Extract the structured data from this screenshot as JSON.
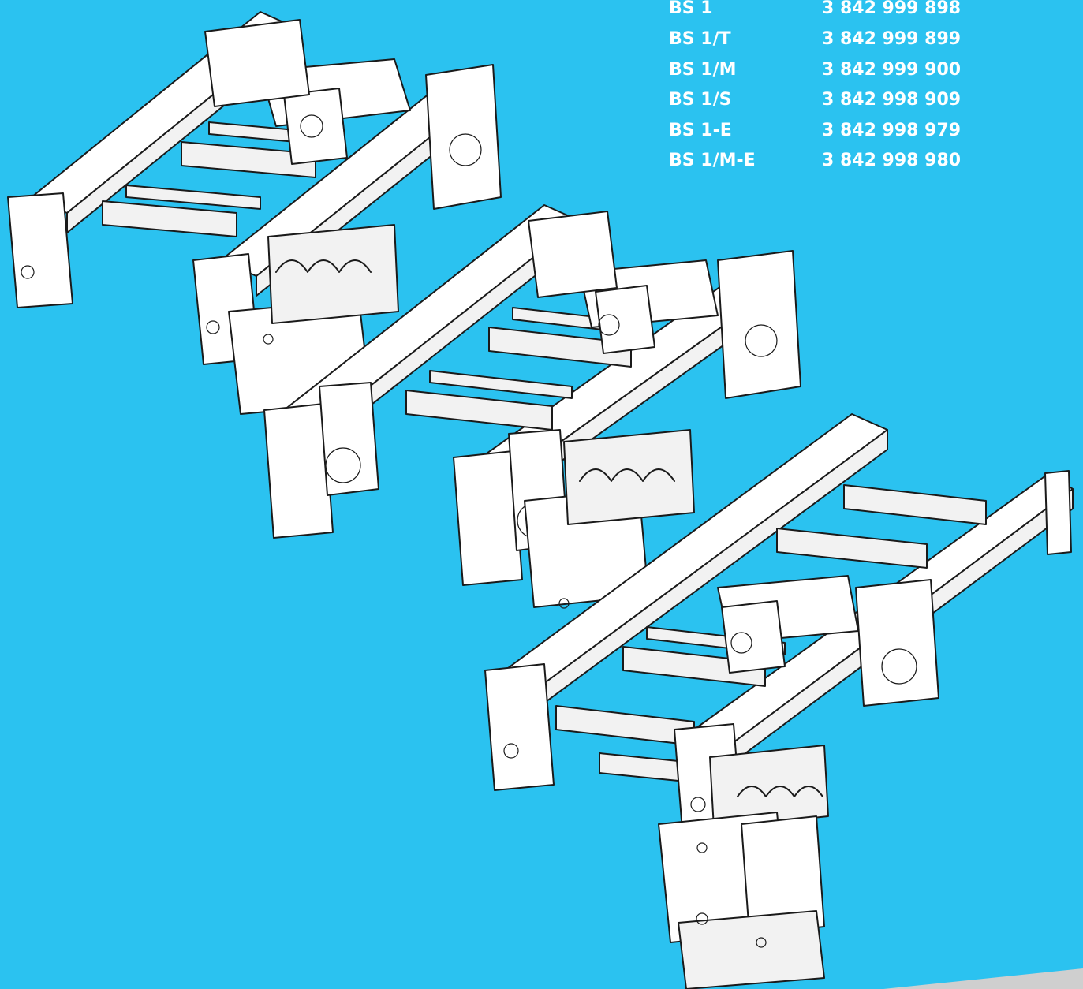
{
  "colors": {
    "background": "#2bc2f0",
    "text": "#ffffff",
    "drawing_stroke": "#1a1a1a",
    "drawing_fill": "#ffffff"
  },
  "parts_table": {
    "rows": [
      {
        "model": "BS 1",
        "number": "3 842 999 898"
      },
      {
        "model": "BS 1/T",
        "number": "3 842 999 899"
      },
      {
        "model": "BS 1/M",
        "number": "3 842 999 900"
      },
      {
        "model": "BS 1/S",
        "number": "3 842 998 909"
      },
      {
        "model": "BS 1-E",
        "number": "3 842 998 979"
      },
      {
        "model": "BS 1/M-E",
        "number": "3 842 998 980"
      }
    ]
  }
}
